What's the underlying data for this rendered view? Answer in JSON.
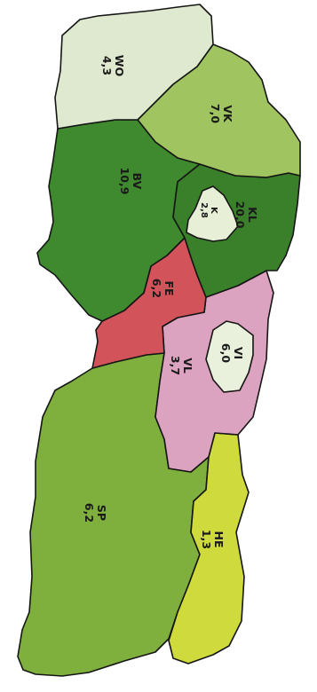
{
  "regions": [
    {
      "code": "WO",
      "value": "4,3",
      "color": "#dfe9cf"
    },
    {
      "code": "VK",
      "value": "7,0",
      "color": "#9fc460"
    },
    {
      "code": "BV",
      "value": "10,9",
      "color": "#3f8a2e"
    },
    {
      "code": "K",
      "value": "2,8",
      "color": "#e7efd6"
    },
    {
      "code": "KL",
      "value": "20,0",
      "color": "#3a7f2a"
    },
    {
      "code": "FE",
      "value": "6,2",
      "color": "#d2535a"
    },
    {
      "code": "VI",
      "value": "6,0",
      "color": "#e9f0db"
    },
    {
      "code": "VL",
      "value": "3,7",
      "color": "#dca3c0"
    },
    {
      "code": "SP",
      "value": "6,2",
      "color": "#7faf3c"
    },
    {
      "code": "HE",
      "value": "1,3",
      "color": "#cfdb3c"
    }
  ]
}
